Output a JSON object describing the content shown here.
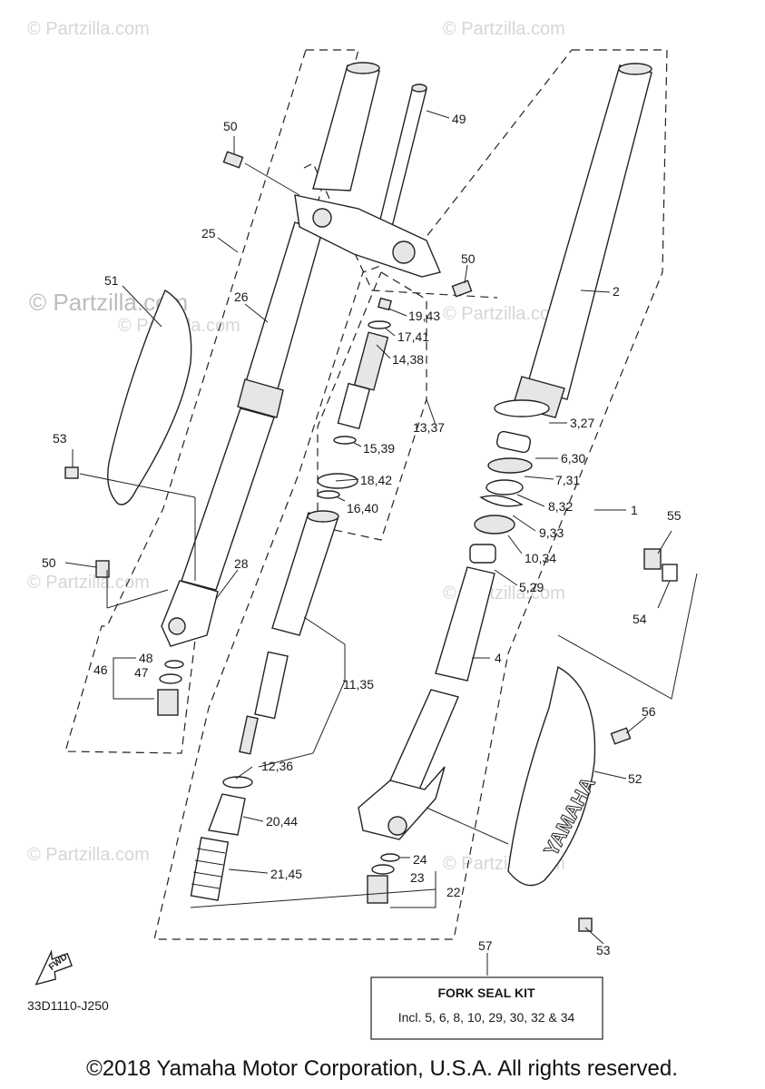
{
  "watermarks": [
    {
      "id": "wm1",
      "text": "© Partzilla.com"
    },
    {
      "id": "wm2",
      "text": "© Partzilla.com"
    },
    {
      "id": "wm3",
      "text": "© Partzilla.com"
    },
    {
      "id": "wm4",
      "text": "© Partzilla.com"
    },
    {
      "id": "wm5",
      "text": "© Partzilla.com"
    },
    {
      "id": "wm6",
      "text": "© Partzilla.com"
    },
    {
      "id": "wm7",
      "text": "© Partzilla.com"
    },
    {
      "id": "wm8",
      "text": "© Partzilla.com"
    },
    {
      "id": "wm9",
      "text": "© Partzilla.com"
    }
  ],
  "labels": {
    "l1": "1",
    "l2": "2",
    "l3_27": "3,27",
    "l4": "4",
    "l5_29": "5,29",
    "l6_30": "6,30",
    "l7_31": "7,31",
    "l8_32": "8,32",
    "l9_33": "9,33",
    "l10_34": "10,34",
    "l11_35": "11,35",
    "l12_36": "12,36",
    "l13_37": "13,37",
    "l14_38": "14,38",
    "l15_39": "15,39",
    "l16_40": "16,40",
    "l17_41": "17,41",
    "l18_42": "18,42",
    "l19_43": "19,43",
    "l20_44": "20,44",
    "l21_45": "21,45",
    "l22": "22",
    "l23": "23",
    "l24": "24",
    "l25": "25",
    "l26": "26",
    "l28": "28",
    "l46": "46",
    "l47": "47",
    "l48": "48",
    "l49": "49",
    "l50a": "50",
    "l50b": "50",
    "l50c": "50",
    "l51": "51",
    "l52": "52",
    "l53a": "53",
    "l53b": "53",
    "l54": "54",
    "l55": "55",
    "l56": "56",
    "l57": "57"
  },
  "kit": {
    "title": "FORK SEAL KIT",
    "note": "Incl. 5, 6, 8, 10, 29, 30, 32 & 34"
  },
  "fwd_label": "FWD",
  "brand_text": "YAMAHA",
  "diagram_code": "33D1110-J250",
  "copyright": "©2018 Yamaha Motor Corporation, U.S.A. All rights reserved."
}
